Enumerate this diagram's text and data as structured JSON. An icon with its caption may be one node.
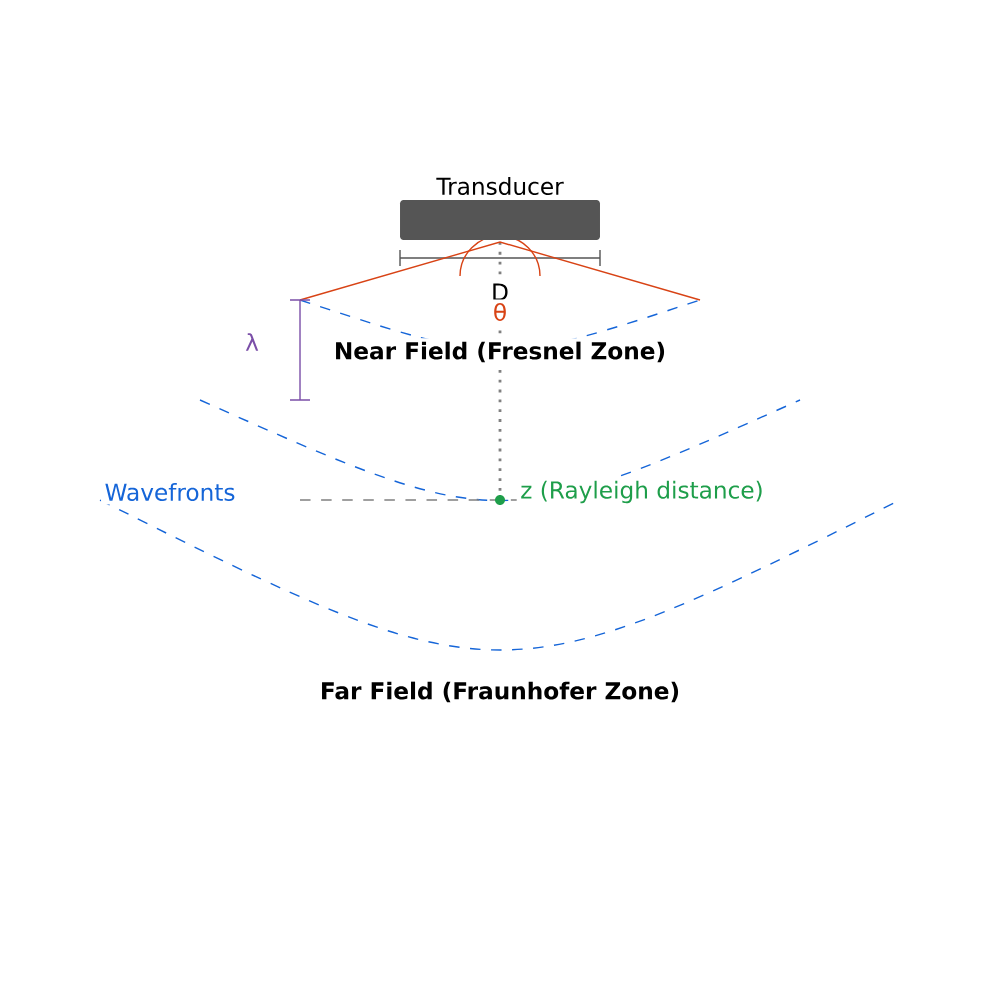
{
  "diagram": {
    "nodes": [
      {
        "text": [
          "Transducer"
        ]
      }
    ],
    "labels": [
      "D",
      "θ",
      "λ",
      "Near Field (Fresnel Zone)",
      "Wavefronts",
      "z (Rayleigh distance)",
      "Far Field (Fraunhofer Zone)"
    ]
  }
}
